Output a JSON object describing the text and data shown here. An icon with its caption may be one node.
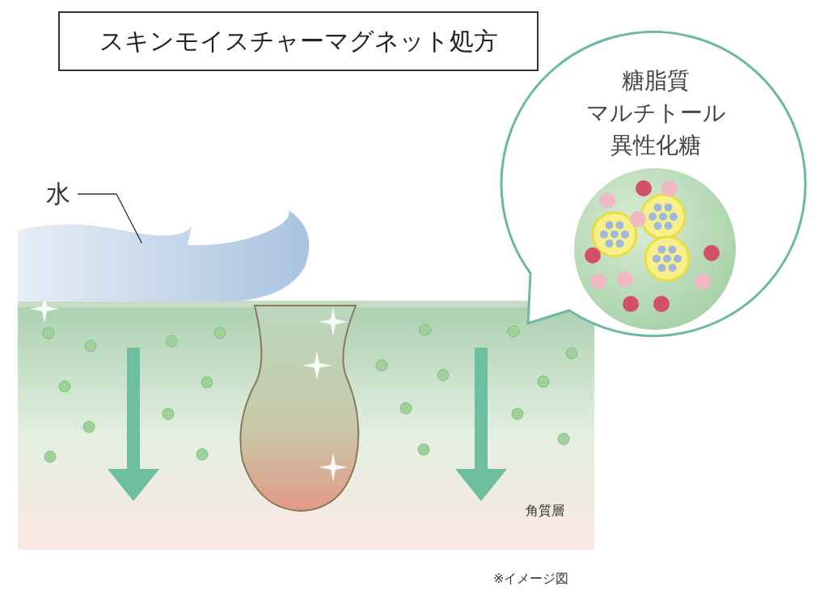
{
  "diagram": {
    "title": "スキンモイスチャーマグネット処方",
    "caption": "※イメージ図",
    "nodes": [
      {
        "text": [
          "水"
        ]
      },
      {
        "text": [],
        "shape": "picture"
      },
      {
        "text": [
          "糖脂質",
          "マルチトール",
          "異性化糖"
        ]
      }
    ],
    "edges": [
      {
        "from": 0,
        "to": 1,
        "arrow": "none"
      }
    ],
    "labels": [
      "角質層"
    ]
  }
}
